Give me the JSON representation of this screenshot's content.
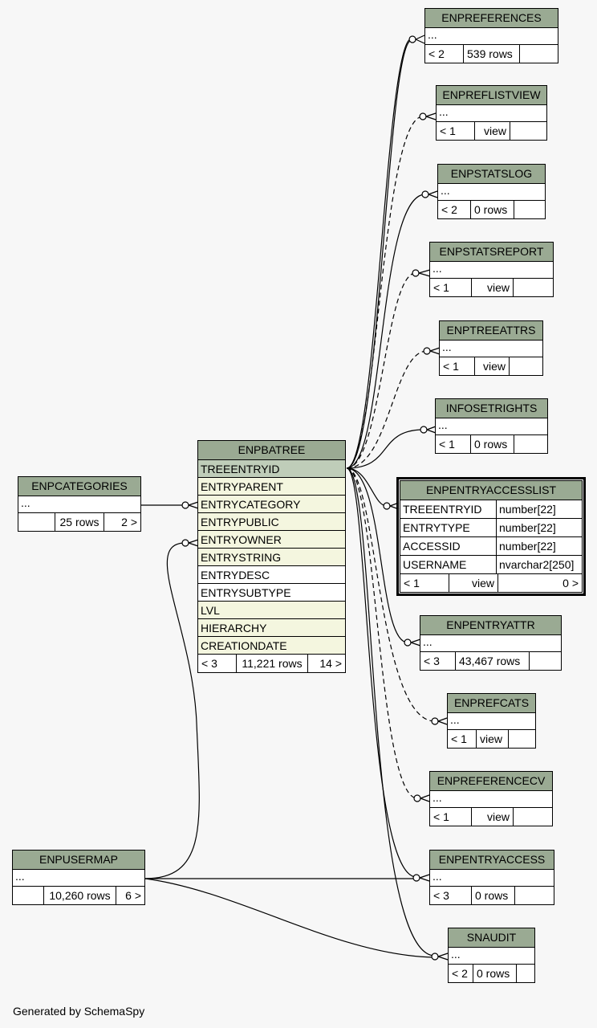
{
  "footer": "Generated by SchemaSpy",
  "enpbatree": {
    "name": "ENPBATREE",
    "columns": [
      "TREEENTRYID",
      "ENTRYPARENT",
      "ENTRYCATEGORY",
      "ENTRYPUBLIC",
      "ENTRYOWNER",
      "ENTRYSTRING",
      "ENTRYDESC",
      "ENTRYSUBTYPE",
      "LVL",
      "HIERARCHY",
      "CREATIONDATE"
    ],
    "parents": "< 3",
    "rows": "11,221 rows",
    "children": "14 >"
  },
  "enpcategories": {
    "name": "ENPCATEGORIES",
    "ellipsis": "...",
    "parents": "",
    "rows": "25 rows",
    "children": "2 >"
  },
  "enpusermap": {
    "name": "ENPUSERMAP",
    "ellipsis": "...",
    "parents": "",
    "rows": "10,260 rows",
    "children": "6 >"
  },
  "enpentryaccesslist": {
    "name": "ENPENTRYACCESSLIST",
    "columns": [
      {
        "name": "TREEENTRYID",
        "type": "number[22]"
      },
      {
        "name": "ENTRYTYPE",
        "type": "number[22]"
      },
      {
        "name": "ACCESSID",
        "type": "number[22]"
      },
      {
        "name": "USERNAME",
        "type": "nvarchar2[250]"
      }
    ],
    "parents": "< 1",
    "rows": "view",
    "children": "0 >"
  },
  "enppreferences": {
    "name": "ENPREFERENCES",
    "ellipsis": "...",
    "parents": "< 2",
    "rows": "539 rows",
    "children": ""
  },
  "enpreflistview": {
    "name": "ENPREFLISTVIEW",
    "ellipsis": "...",
    "parents": "< 1",
    "rows": "view",
    "children": ""
  },
  "enpstatslog": {
    "name": "ENPSTATSLOG",
    "ellipsis": "...",
    "parents": "< 2",
    "rows": "0 rows",
    "children": ""
  },
  "enpstatsreport": {
    "name": "ENPSTATSREPORT",
    "ellipsis": "...",
    "parents": "< 1",
    "rows": "view",
    "children": ""
  },
  "enptreeattrs": {
    "name": "ENPTREEATTRS",
    "ellipsis": "...",
    "parents": "< 1",
    "rows": "view",
    "children": ""
  },
  "infosetrights": {
    "name": "INFOSETRIGHTS",
    "ellipsis": "...",
    "parents": "< 1",
    "rows": "0 rows",
    "children": ""
  },
  "enpentryattr": {
    "name": "ENPENTRYATTR",
    "ellipsis": "...",
    "parents": "< 3",
    "rows": "43,467 rows",
    "children": ""
  },
  "enprefcats": {
    "name": "ENPREFCATS",
    "ellipsis": "...",
    "parents": "< 1",
    "rows": "view",
    "children": ""
  },
  "enppreferencecv": {
    "name": "ENPREFERENCECV",
    "ellipsis": "...",
    "parents": "< 1",
    "rows": "view",
    "children": ""
  },
  "enpentryaccess": {
    "name": "ENPENTRYACCESS",
    "ellipsis": "...",
    "parents": "< 3",
    "rows": "0 rows",
    "children": ""
  },
  "snaudit": {
    "name": "SNAUDIT",
    "ellipsis": "...",
    "parents": "< 2",
    "rows": "0 rows",
    "children": ""
  }
}
